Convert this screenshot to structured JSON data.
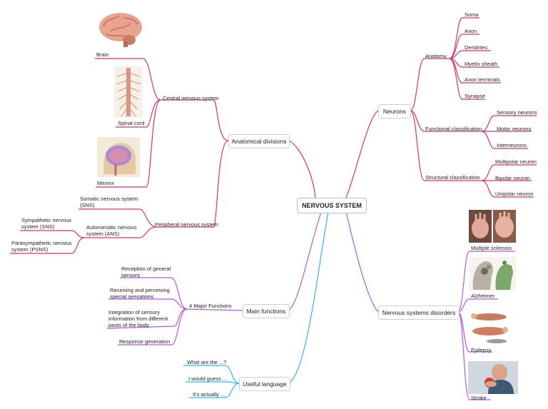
{
  "center": "NERVOUS SYSTEM",
  "anatomical": {
    "title": "Anatomical divisions",
    "central": "Central nervous system",
    "brain": "Brain",
    "spinal_cord": "Spinal cord",
    "meninx": "Meninx",
    "peripheral": "Peripheral nervous system",
    "somatic": "Somatic nervous system\n(SNS)",
    "autonomic": "Autonomatic nervous\nsystem (ANS)",
    "sympathetic": "Sympathetic nervous\nsystem (SNS)",
    "parasympathetic": "Parasympathetic nervous\nsystem (PSNS)"
  },
  "main_functions": {
    "title": "Main functions",
    "major": "4 Major Functions",
    "items": [
      "Reception of general\nsensory",
      "Receiving and perceiving\nspecial sensations",
      "Integration of sensory\ninformation from different\npasts of the body",
      "Response generation"
    ]
  },
  "useful_language": {
    "title": "Useful language",
    "items": [
      "What are the ...?",
      "I would guess ...",
      "It's actually ..."
    ]
  },
  "neurons": {
    "title": "Neurons",
    "anatomy": "Anatomy",
    "anatomy_items": [
      "Soma",
      "Axon",
      "Dendrites",
      "Myelin sheath",
      "Axon terminals",
      "Synapse"
    ],
    "functional": "Functional classification",
    "functional_items": [
      "Sensory neurons",
      "Motor neurons",
      "Interneurons"
    ],
    "structural": "Structural classification",
    "structural_items": [
      "Multipolar neuron",
      "Bipolar neuron",
      "Unipolar neuron"
    ]
  },
  "disorders": {
    "title": "Nervous systems disorders",
    "items": [
      "Multiple sclerosis",
      "Alzheimer",
      "Epilepsy",
      "Stroke"
    ]
  },
  "colors": {
    "pink": "#d6336c",
    "purple": "#b05ad9",
    "blue": "#2fb6f0"
  }
}
